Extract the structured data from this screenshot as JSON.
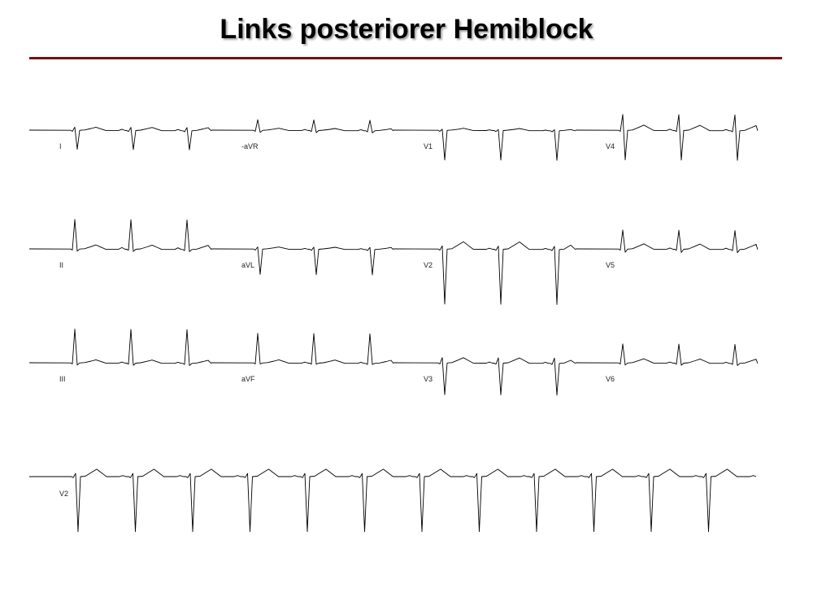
{
  "title": "Links posteriorer Hemiblock",
  "colors": {
    "rule": "#7a1010",
    "trace": "#000000"
  },
  "leads": [
    {
      "name": "I",
      "row": 0,
      "col": 0,
      "r": 0.15,
      "s": -0.9,
      "t": 0.15,
      "p": 0.06
    },
    {
      "name": "-aVR",
      "row": 0,
      "col": 1,
      "r": 0.5,
      "s": -0.1,
      "t": 0.1,
      "p": 0.05
    },
    {
      "name": "V1",
      "row": 0,
      "col": 2,
      "r": 0.05,
      "s": -1.4,
      "t": 0.1,
      "p": 0.03
    },
    {
      "name": "V4",
      "row": 0,
      "col": 3,
      "r": 0.75,
      "s": -1.4,
      "t": 0.25,
      "p": 0.06
    },
    {
      "name": "II",
      "row": 1,
      "col": 0,
      "r": 1.4,
      "s": -0.1,
      "t": 0.2,
      "p": 0.08
    },
    {
      "name": "aVL",
      "row": 1,
      "col": 1,
      "r": 0.1,
      "s": -1.2,
      "t": 0.1,
      "p": 0.04
    },
    {
      "name": "V2",
      "row": 1,
      "col": 2,
      "r": 0.15,
      "s": -2.6,
      "t": 0.35,
      "p": 0.05
    },
    {
      "name": "V5",
      "row": 1,
      "col": 3,
      "r": 0.9,
      "s": -0.15,
      "t": 0.25,
      "p": 0.06
    },
    {
      "name": "III",
      "row": 2,
      "col": 0,
      "r": 1.6,
      "s": -0.1,
      "t": 0.15,
      "p": 0.05
    },
    {
      "name": "aVF",
      "row": 2,
      "col": 1,
      "r": 1.4,
      "s": -0.05,
      "t": 0.15,
      "p": 0.05
    },
    {
      "name": "V3",
      "row": 2,
      "col": 2,
      "r": 0.25,
      "s": -1.5,
      "t": 0.25,
      "p": 0.05
    },
    {
      "name": "V6",
      "row": 2,
      "col": 3,
      "r": 0.9,
      "s": -0.1,
      "t": 0.2,
      "p": 0.05
    }
  ],
  "rhythm_strip": {
    "name": "V2",
    "r": 0.15,
    "s": -2.6,
    "t": 0.35,
    "p": 0.05
  }
}
